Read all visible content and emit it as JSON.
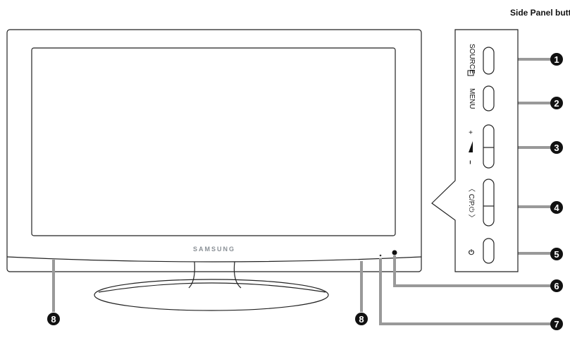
{
  "title": "Side Panel buttons",
  "brand_logo": "SAMSUNG",
  "side_panel": {
    "buttons": [
      {
        "number": "1",
        "label": "SOURCE",
        "icon": "source-input-icon"
      },
      {
        "number": "2",
        "label": "MENU"
      },
      {
        "number": "3",
        "label_plus": "+",
        "label_minus": "−",
        "icon": "volume-wedge-icon"
      },
      {
        "number": "4",
        "label": "〈 C/P.⏻ 〉",
        "icon": "channel-icon"
      },
      {
        "number": "5",
        "label": "⏻",
        "icon": "power-icon"
      }
    ]
  },
  "callouts": {
    "remote_sensor": "6",
    "power_indicator": "7",
    "speakers": "8"
  },
  "colors": {
    "leader_line": "#999999",
    "callout_fill": "#111111",
    "logo": "#8a9096"
  }
}
